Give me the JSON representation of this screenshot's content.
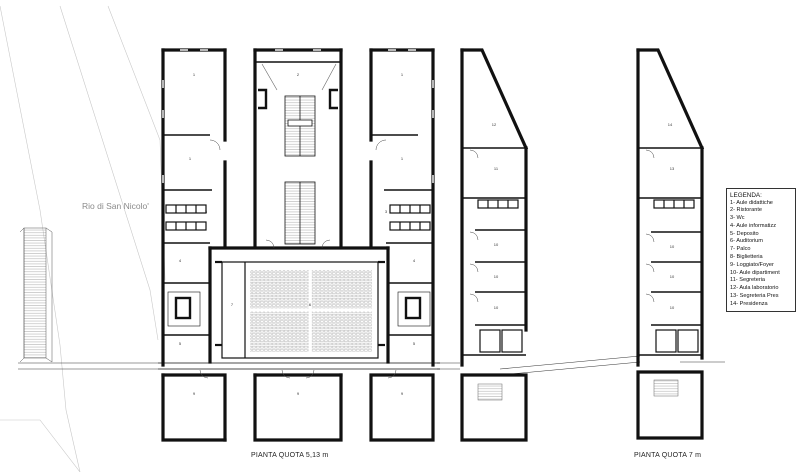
{
  "labels": {
    "river": "Rio di San Nicolo'",
    "caption_left": "PIANTA QUOTA 5,13 m",
    "caption_right": "PIANTA QUOTA 7 m"
  },
  "legend": {
    "title": "LEGENDA:",
    "items": [
      "1-  Aule didattiche",
      "2-  Ristorante",
      "3-  Wc",
      "4-  Aule informatizz",
      "5-  Deposito",
      "6-  Auditorium",
      "7-  Palco",
      "8-  Biglietteria",
      "9-  Loggiato/Foyer",
      "10- Aule dipartiment",
      "11- Segreteria",
      "12- Aula laboratorio",
      "13- Segreteria Pres",
      "14- Presidenza"
    ]
  },
  "room_numbers": [
    "1",
    "2",
    "1",
    "12",
    "14",
    "1",
    "1",
    "11",
    "13",
    "3",
    "3",
    "10",
    "10",
    "4",
    "4",
    "10",
    "10",
    "7",
    "6",
    "5",
    "5",
    "10",
    "10",
    "9",
    "9",
    "9"
  ]
}
